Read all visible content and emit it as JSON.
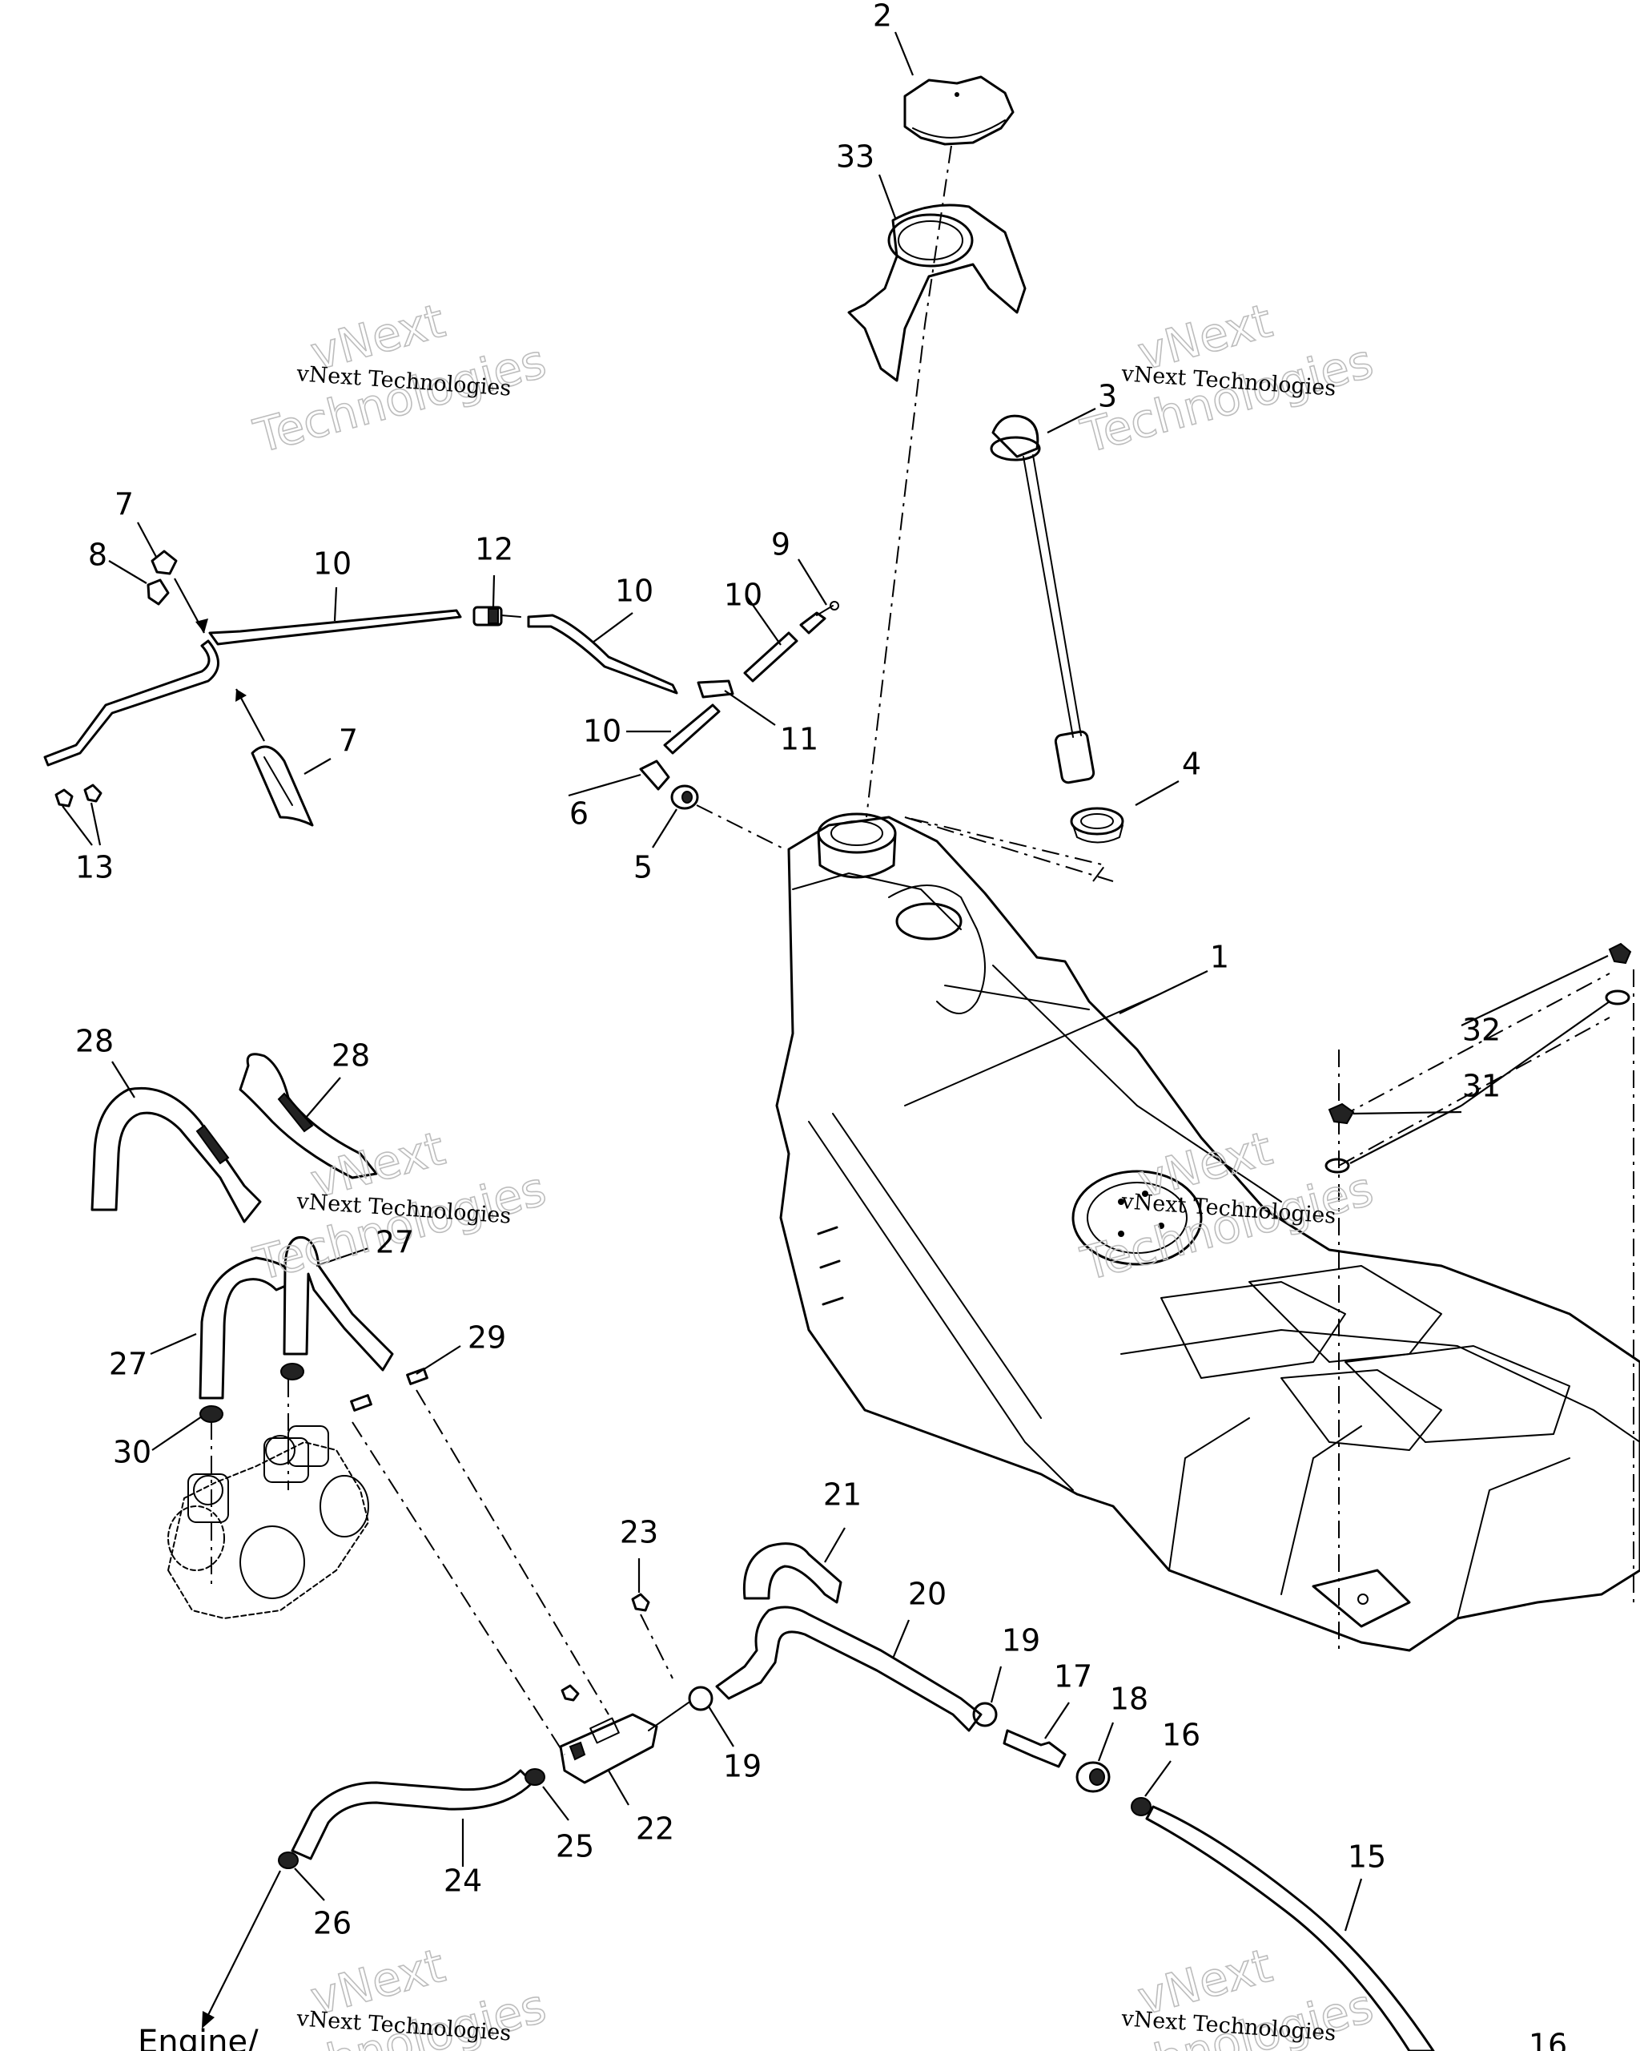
{
  "callouts": {
    "c1": "1",
    "c2": "2",
    "c3": "3",
    "c4": "4",
    "c5": "5",
    "c6": "6",
    "c7a": "7",
    "c7b": "7",
    "c8": "8",
    "c9": "9",
    "c10a": "10",
    "c10b": "10",
    "c10c": "10",
    "c10d": "10",
    "c11": "11",
    "c12": "12",
    "c13": "13",
    "c15": "15",
    "c16": "16",
    "c17": "17",
    "c18": "18",
    "c19a": "19",
    "c19b": "19",
    "c20": "20",
    "c21": "21",
    "c22": "22",
    "c23": "23",
    "c24": "24",
    "c25": "25",
    "c26": "26",
    "c27a": "27",
    "c27b": "27",
    "c28a": "28",
    "c28b": "28",
    "c29": "29",
    "c30": "30",
    "c31": "31",
    "c32": "32",
    "c33": "33"
  },
  "engine_label": "Engine/",
  "watermarks": {
    "small": "vNext Technologies",
    "big_top": "vNext",
    "big_bottom": "Technologies"
  }
}
